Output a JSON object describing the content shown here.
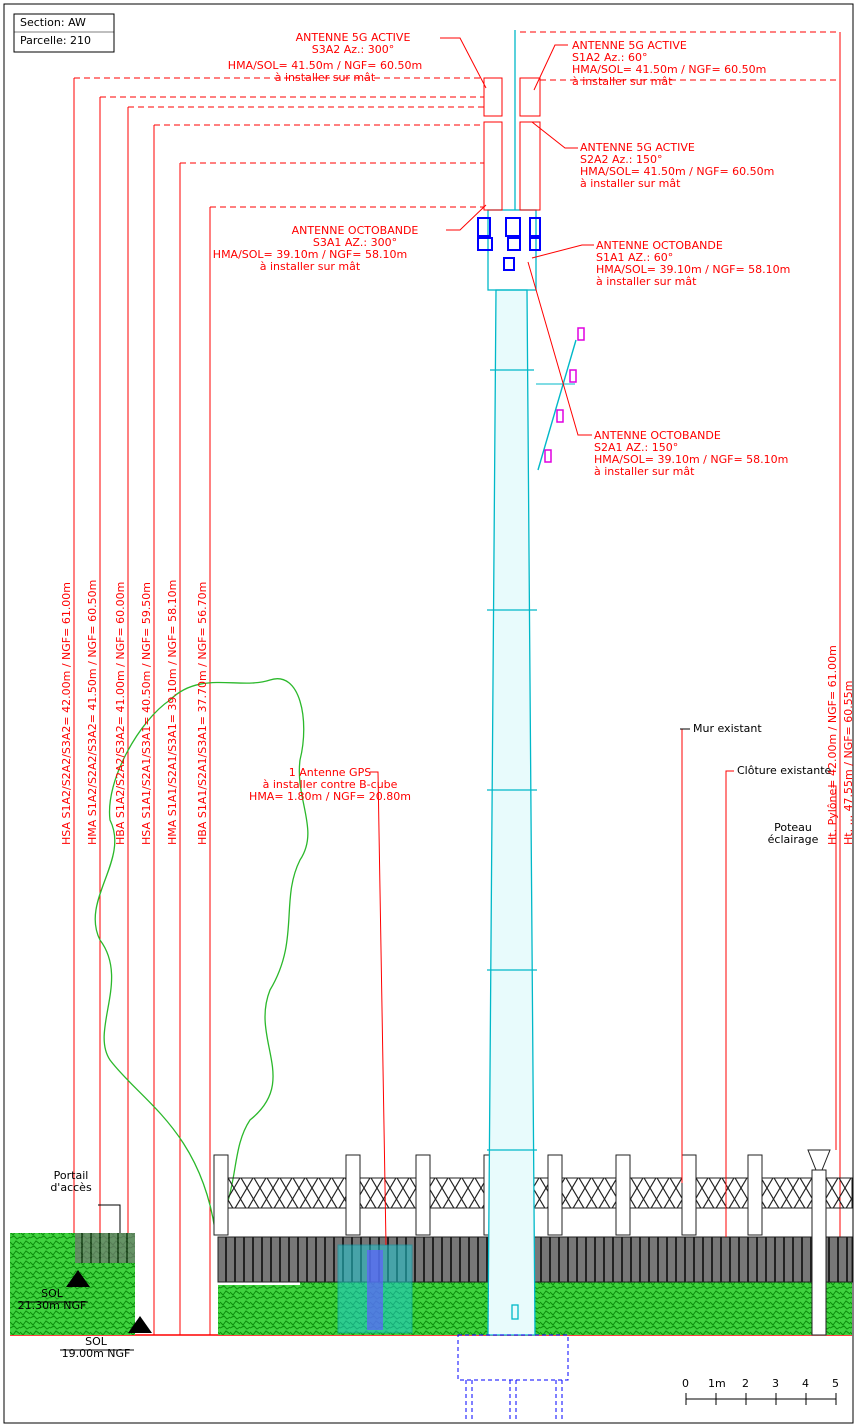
{
  "title_block": {
    "section": "Section: AW",
    "parcelle": "Parcelle: 210"
  },
  "antennas": [
    {
      "id": "s3a2",
      "lines": [
        "ANTENNE 5G ACTIVE",
        "S3A2 Az.: 300°",
        "HMA/SOL= 41.50m / NGF= 60.50m",
        "à installer sur mât"
      ]
    },
    {
      "id": "s1a2",
      "lines": [
        "ANTENNE 5G ACTIVE",
        "S1A2 Az.: 60°",
        "HMA/SOL= 41.50m / NGF= 60.50m",
        "à installer sur mât"
      ]
    },
    {
      "id": "s2a2",
      "lines": [
        "ANTENNE 5G ACTIVE",
        "S2A2 Az.: 150°",
        "HMA/SOL= 41.50m / NGF= 60.50m",
        "à installer sur mât"
      ]
    },
    {
      "id": "s3a1",
      "lines": [
        "ANTENNE OCTOBANDE",
        "S3A1 AZ.: 300°",
        "HMA/SOL= 39.10m / NGF= 58.10m",
        "à installer sur mât"
      ]
    },
    {
      "id": "s1a1",
      "lines": [
        "ANTENNE OCTOBANDE",
        "S1A1 AZ.: 60°",
        "HMA/SOL= 39.10m / NGF= 58.10m",
        "à installer sur mât"
      ]
    },
    {
      "id": "s2a1",
      "lines": [
        "ANTENNE OCTOBANDE",
        "S2A1 AZ.: 150°",
        "HMA/SOL= 39.10m / NGF= 58.10m",
        "à installer sur mât"
      ]
    }
  ],
  "gps": {
    "lines": [
      "1 Antenne GPS",
      "à installer contre B-cube",
      "HMA= 1.80m / NGF= 20.80m"
    ]
  },
  "vertical_dims": [
    "HSA S1A2/S2A2/S3A2= 42.00m / NGF= 61.00m",
    "HMA S1A2/S2A2/S3A2= 41.50m / NGF= 60.50m",
    "HBA S1A2/S2A2/S3A2= 41.00m / NGF= 60.00m",
    "HSA S1A1/S2A1/S3A1= 40.50m / NGF= 59.50m",
    "HMA S1A1/S2A1/S3A1= 39.10m / NGF= 58.10m",
    "HBA S1A1/S2A1/S3A1= 37.70m / NGF= 56.70m"
  ],
  "right_dims": [
    "Ht. Pylône= 42.00m / NGF= 61.00m",
    "Ht. ... 47.55m / NGF= 60.55m"
  ],
  "labels": {
    "mur": "Mur existant",
    "cloture": "Clôture existante",
    "poteau": [
      "Poteau",
      "éclairage"
    ],
    "portail": [
      "Portail",
      "d'accès"
    ],
    "sol_left": [
      "SOL",
      "21.30m NGF"
    ],
    "sol_main": [
      "SOL",
      "19.00m NGF"
    ]
  },
  "scale": {
    "ticks": [
      "0",
      "1m",
      "2",
      "3",
      "4",
      "5"
    ]
  },
  "colors": {
    "red": "#ff0000",
    "cyan": "#00b8c8",
    "blue": "#0000ff",
    "green": "#22cc22",
    "magenta": "#e000e0",
    "gray": "#444444"
  }
}
